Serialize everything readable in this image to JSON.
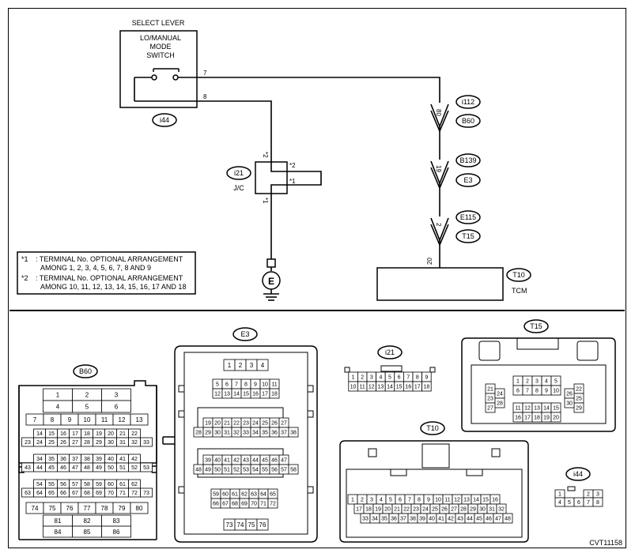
{
  "schematic": {
    "select_lever": "SELECT LEVER",
    "switch_label": [
      "LO/MANUAL",
      "MODE",
      "SWITCH"
    ],
    "switch_pins": [
      "7",
      "8"
    ],
    "switch_connector": "i44",
    "jc_connector": "i21",
    "jc_label": "J/C",
    "jc_markers": [
      "*2",
      "*2",
      "*1",
      "*1"
    ],
    "ground_symbol": "E",
    "inline_connectors": [
      {
        "pin": "80",
        "names": [
          "i112",
          "B60"
        ]
      },
      {
        "pin": "19",
        "names": [
          "B139",
          "E3"
        ]
      },
      {
        "pin": "2",
        "names": [
          "E115",
          "T15"
        ]
      }
    ],
    "tcm_pin": "20",
    "tcm_connector": "T10",
    "tcm_label": "TCM",
    "notes": [
      {
        "mark": "*1",
        "lines": [
          ": TERMINAL No. OPTIONAL ARRANGEMENT",
          "AMONG 1, 2, 3, 4, 5, 6, 7, 8 AND 9"
        ]
      },
      {
        "mark": "*2",
        "lines": [
          ": TERMINAL No. OPTIONAL ARRANGEMENT",
          "AMONG 10, 11, 12, 13, 14, 15, 16, 17 AND 18"
        ]
      }
    ]
  },
  "connectors": {
    "B60": {
      "name": "B60",
      "rows": [
        [
          "1",
          "2",
          "3"
        ],
        [
          "4",
          "5",
          "6"
        ],
        [
          "7",
          "8",
          "9",
          "10",
          "11",
          "12",
          "13"
        ],
        [
          "14",
          "15",
          "16",
          "17",
          "18",
          "19",
          "20",
          "21",
          "22"
        ],
        [
          "23",
          "24",
          "25",
          "26",
          "27",
          "28",
          "29",
          "30",
          "31",
          "32",
          "33"
        ],
        [
          "34",
          "35",
          "36",
          "37",
          "38",
          "39",
          "40",
          "41",
          "42"
        ],
        [
          "43",
          "44",
          "45",
          "46",
          "47",
          "48",
          "49",
          "50",
          "51",
          "52",
          "53"
        ],
        [
          "54",
          "55",
          "56",
          "57",
          "58",
          "59",
          "60",
          "61",
          "62"
        ],
        [
          "63",
          "64",
          "65",
          "66",
          "67",
          "68",
          "69",
          "70",
          "71",
          "72",
          "73"
        ],
        [
          "74",
          "75",
          "76",
          "77",
          "78",
          "79",
          "80"
        ],
        [
          "81",
          "82",
          "83"
        ],
        [
          "84",
          "85",
          "86"
        ]
      ]
    },
    "E3": {
      "name": "E3",
      "rows": [
        [
          "1",
          "2",
          "3",
          "4"
        ],
        [
          "5",
          "6",
          "7",
          "8",
          "9",
          "10",
          "11"
        ],
        [
          "12",
          "13",
          "14",
          "15",
          "16",
          "17",
          "18"
        ],
        [
          "19",
          "20",
          "21",
          "22",
          "23",
          "24",
          "25",
          "26",
          "27"
        ],
        [
          "28",
          "29",
          "30",
          "31",
          "32",
          "33",
          "34",
          "35",
          "36",
          "37",
          "38"
        ],
        [
          "39",
          "40",
          "41",
          "42",
          "43",
          "44",
          "45",
          "46",
          "47"
        ],
        [
          "48",
          "49",
          "50",
          "51",
          "52",
          "53",
          "54",
          "55",
          "56",
          "57",
          "58"
        ],
        [
          "59",
          "60",
          "61",
          "62",
          "63",
          "64",
          "65"
        ],
        [
          "66",
          "67",
          "68",
          "69",
          "70",
          "71",
          "72"
        ],
        [
          "73",
          "74",
          "75",
          "76"
        ]
      ]
    },
    "i21": {
      "name": "i21",
      "rows": [
        [
          "1",
          "2",
          "3",
          "4",
          "5",
          "6",
          "7",
          "8",
          "9"
        ],
        [
          "10",
          "11",
          "12",
          "13",
          "14",
          "15",
          "16",
          "17",
          "18"
        ]
      ]
    },
    "T15": {
      "name": "T15",
      "top_rows": [
        [
          "1",
          "2",
          "3",
          "4",
          "5"
        ],
        [
          "6",
          "7",
          "8",
          "9",
          "10"
        ]
      ],
      "left_pins": [
        "21",
        "23",
        "27"
      ],
      "left_pins2": [
        "24",
        "28"
      ],
      "right_pins": [
        "22",
        "25",
        "29"
      ],
      "right_pins2": [
        "26",
        "30"
      ],
      "bottom_rows": [
        [
          "11",
          "12",
          "13",
          "14",
          "15"
        ],
        [
          "16",
          "17",
          "18",
          "19",
          "20"
        ]
      ]
    },
    "T10": {
      "name": "T10",
      "rows": [
        [
          "1",
          "2",
          "3",
          "4",
          "5",
          "6",
          "7",
          "8",
          "9",
          "10",
          "11",
          "12",
          "13",
          "14",
          "15",
          "16"
        ],
        [
          "17",
          "18",
          "19",
          "20",
          "21",
          "22",
          "23",
          "24",
          "25",
          "26",
          "27",
          "28",
          "29",
          "30",
          "31",
          "32"
        ],
        [
          "33",
          "34",
          "35",
          "36",
          "37",
          "38",
          "39",
          "40",
          "41",
          "42",
          "43",
          "44",
          "45",
          "46",
          "47",
          "48"
        ]
      ]
    },
    "i44": {
      "name": "i44",
      "rows": [
        [
          "1",
          "2",
          "3"
        ],
        [
          "4",
          "5",
          "6",
          "7",
          "8"
        ]
      ]
    }
  },
  "figure_code": "CVT11158"
}
